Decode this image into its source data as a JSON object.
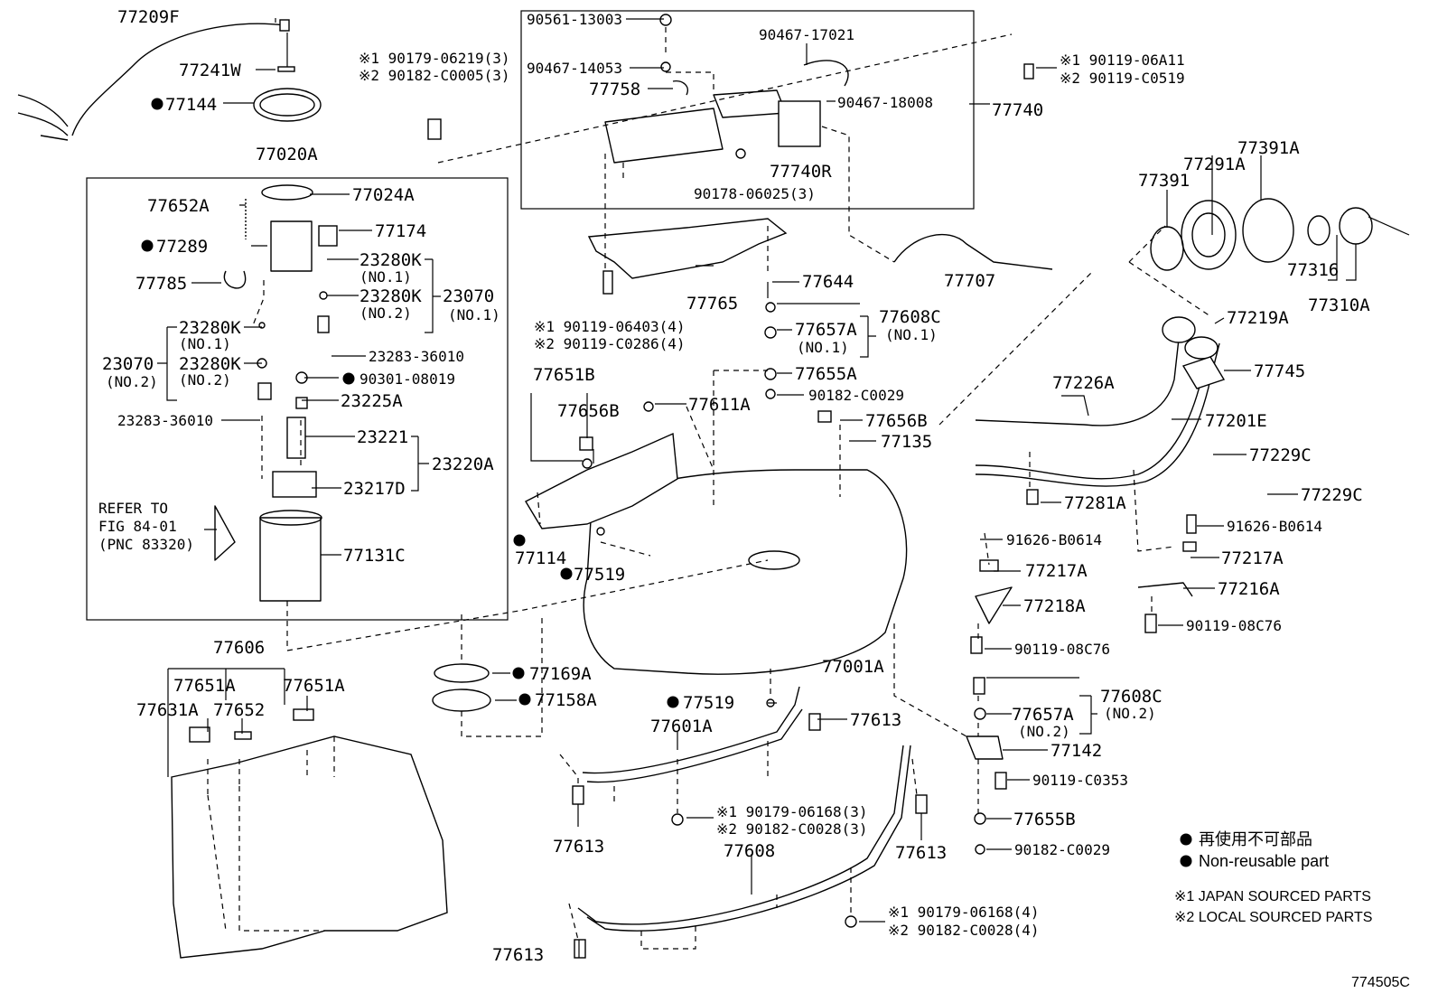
{
  "labels": {
    "p77209F": "77209F",
    "p77241W": "77241W",
    "p77144": "77144",
    "p77020A": "77020A",
    "p77652A": "77652A",
    "p77024A": "77024A",
    "p77174": "77174",
    "p77289": "77289",
    "p77785": "77785",
    "p23280K_a": "23280K",
    "no1_a": "(NO.1)",
    "p23280K_b": "23280K",
    "no2_a": "(NO.2)",
    "p23070_a": "23070",
    "no1_b": "(NO.1)",
    "p23280K_c": "23280K",
    "no1_c": "(NO.1)",
    "p23070_b": "23070",
    "p23280K_d": "23280K",
    "no2_b": "(NO.2)",
    "no2_c": "(NO.2)",
    "p23283_a": "23283-36010",
    "p90301": "90301-08019",
    "p23225A": "23225A",
    "p23283_b": "23283-36010",
    "p23221": "23221",
    "p23220A": "23220A",
    "p23217D": "23217D",
    "refer1": "REFER TO",
    "refer2": "FIG 84-01",
    "refer3": "(PNC 83320)",
    "p77131C": "77131C",
    "p90179_06219": "※1 90179-06219(3)",
    "p90182_C0005": "※2 90182-C0005(3)",
    "p90561": "90561-13003",
    "p90467_14053": "90467-14053",
    "p77758": "77758",
    "p90467_17021": "90467-17021",
    "p90467_18008": "90467-18008",
    "p77740": "77740",
    "p77740R": "77740R",
    "p90178": "90178-06025(3)",
    "p90119_06A11": "※1 90119-06A11",
    "p90119_C0519": "※2 90119-C0519",
    "p77765": "77765",
    "p90119_06403": "※1 90119-06403(4)",
    "p90119_C0286": "※2 90119-C0286(4)",
    "p77644": "77644",
    "p77707": "77707",
    "p77608C_a": "77608C",
    "no1_d": "(NO.1)",
    "p77657A_a": "77657A",
    "no1_e": "(NO.1)",
    "p77655A": "77655A",
    "p90182_C0029_a": "90182-C0029",
    "p77656B_a": "77656B",
    "p77135": "77135",
    "p77651B": "77651B",
    "p77656B_b": "77656B",
    "p77611A": "77611A",
    "p77114": "77114",
    "p77519_a": "77519",
    "p77391": "77391",
    "p77291A": "77291A",
    "p77391A": "77391A",
    "p77316": "77316",
    "p77310A": "77310A",
    "p77219A": "77219A",
    "p77745": "77745",
    "p77226A": "77226A",
    "p77201E": "77201E",
    "p77229C_a": "77229C",
    "p77229C_b": "77229C",
    "p77281A": "77281A",
    "p91626_a": "91626-B0614",
    "p91626_b": "91626-B0614",
    "p77217A_a": "77217A",
    "p77217A_b": "77217A",
    "p77218A": "77218A",
    "p77216A": "77216A",
    "p90119_08C76_a": "90119-08C76",
    "p90119_08C76_b": "90119-08C76",
    "p77001A": "77001A",
    "p77606": "77606",
    "p77651A_a": "77651A",
    "p77651A_b": "77651A",
    "p77631A": "77631A",
    "p77652": "77652",
    "p77169A": "77169A",
    "p77158A": "77158A",
    "p77519_b": "77519",
    "p77601A": "77601A",
    "p77613_a": "77613",
    "p77608C_b": "77608C",
    "no2_d": "(NO.2)",
    "p77657A_b": "77657A",
    "no2_e": "(NO.2)",
    "p77142": "77142",
    "p90119_C0353": "90119-C0353",
    "p77655B": "77655B",
    "p90182_C0029_b": "90182-C0029",
    "p77613_b": "77613",
    "p90179_06168_a": "※1 90179-06168(3)",
    "p90182_C0028_a": "※2 90182-C0028(3)",
    "p77608": "77608",
    "p77613_c": "77613",
    "p77613_d": "77613",
    "p90179_06168_b": "※1 90179-06168(4)",
    "p90182_C0028_b": "※2 90182-C0028(4)"
  },
  "legend": {
    "nonreusable_jp": "再使用不可部品",
    "nonreusable_en": "Non-reusable part",
    "japan": "※1 JAPAN SOURCED PARTS",
    "local": "※2 LOCAL SOURCED PARTS"
  },
  "figure_id": "774505C"
}
